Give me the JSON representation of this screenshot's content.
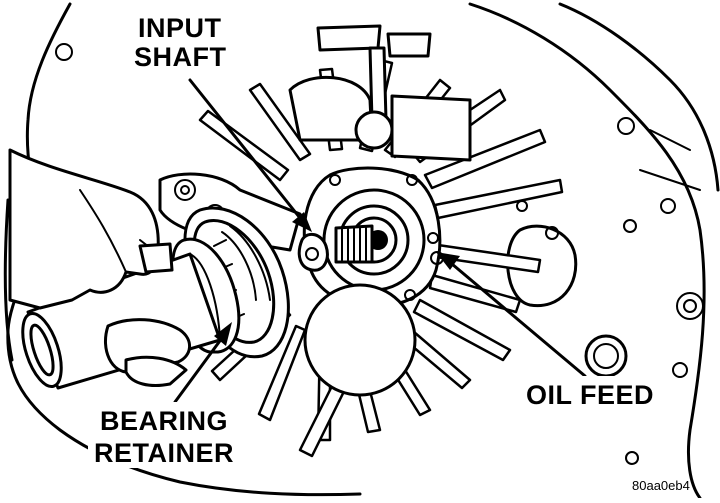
{
  "labels": {
    "input_shaft_line1": "INPUT",
    "input_shaft_line2": "SHAFT",
    "bearing_retainer_line1": "BEARING",
    "bearing_retainer_line2": "RETAINER",
    "oil_feed": "OIL FEED"
  },
  "figure_code": "80aa0eb4",
  "colors": {
    "ink": "#000000",
    "paper": "#ffffff"
  }
}
